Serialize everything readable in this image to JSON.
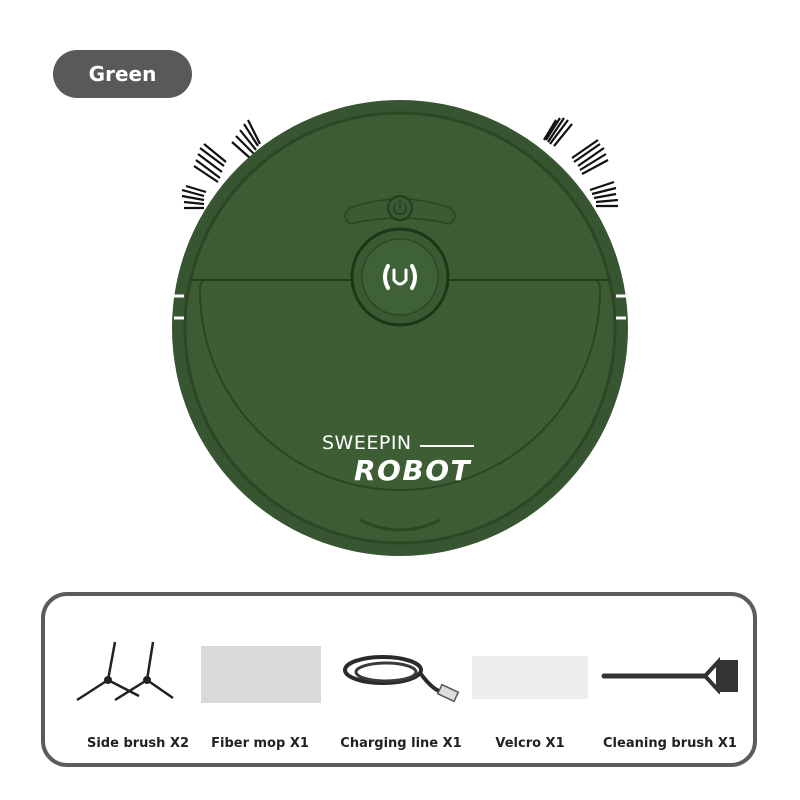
{
  "color_badge": {
    "label": "Green"
  },
  "product": {
    "brand_line1": "SWEEPIN",
    "brand_line2": "ROBOT",
    "body_color": "#3a5a31",
    "icons": [
      "power-button-icon",
      "clean-button-icon"
    ]
  },
  "accessories": {
    "items": [
      {
        "label": "Side brush X2",
        "icon": "side-brush-icon"
      },
      {
        "label": "Fiber mop X1",
        "icon": "fiber-mop-icon"
      },
      {
        "label": "Charging line X1",
        "icon": "usb-cable-icon"
      },
      {
        "label": "Velcro X1",
        "icon": "velcro-pad-icon"
      },
      {
        "label": "Cleaning brush X1",
        "icon": "cleaning-brush-icon"
      }
    ]
  }
}
